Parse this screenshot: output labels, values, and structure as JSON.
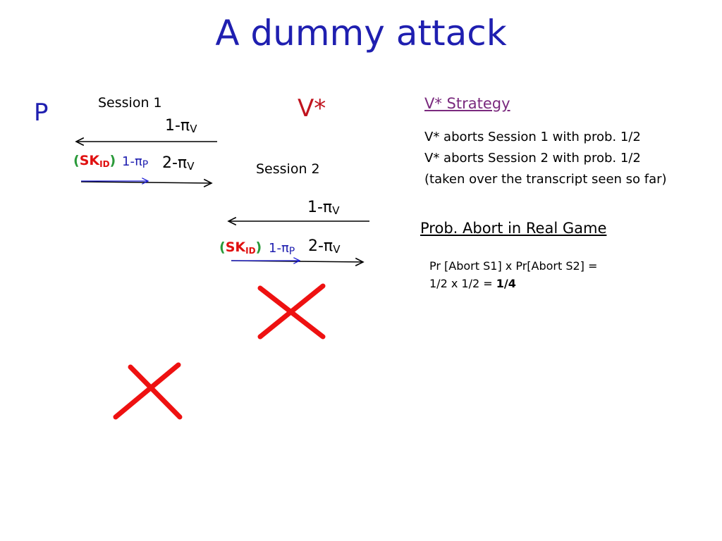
{
  "title": "A dummy attack",
  "prover_label": "P",
  "verifier_label": "V*",
  "session1": {
    "label": "Session 1",
    "verifier_msg": {
      "prefix": "1-π",
      "sub": "V"
    },
    "sk": {
      "open": "(",
      "main": "SK",
      "sub": "ID",
      "close": ")"
    },
    "prover_msg": {
      "prefix": "1-π",
      "sub": "P"
    },
    "verifier_msg2": {
      "prefix": "2-π",
      "sub": "V"
    }
  },
  "session2": {
    "label": "Session 2",
    "verifier_msg": {
      "prefix": "1-π",
      "sub": "V"
    },
    "sk": {
      "open": "(",
      "main": "SK",
      "sub": "ID",
      "close": ")"
    },
    "prover_msg": {
      "prefix": "1-π",
      "sub": "P"
    },
    "verifier_msg2": {
      "prefix": "2-π",
      "sub": "V"
    }
  },
  "strategy": {
    "heading": "V* Strategy",
    "lines": [
      "V* aborts Session 1 with prob. 1/2",
      "V* aborts Session 2 with prob. 1/2",
      "(taken over the transcript seen so far)"
    ]
  },
  "abort_prob": {
    "heading": "Prob.  Abort in  Real Game",
    "line1": "Pr [Abort S1] x Pr[Abort S2] =",
    "line2_prefix": "1/2 x 1/2 = ",
    "line2_result": "1/4"
  },
  "colors": {
    "title": "#1f1fb0",
    "prover": "#1f1fb0",
    "verifier": "#c0141e",
    "heading_purple": "#7a2a7e",
    "sk_paren": "#2a9a3a",
    "sk_text": "#e01010",
    "prover_arrow": "#1f1fd8",
    "cross": "#ee1111"
  }
}
